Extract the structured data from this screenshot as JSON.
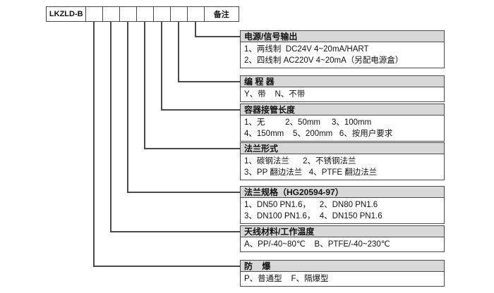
{
  "title_row": {
    "prefix": "LKZLD-B",
    "remark": "备注"
  },
  "sections": [
    {
      "title": "电源/信号输出",
      "line1": "1、两线制  DC24V 4~20mA/HART",
      "line2": "2、四线制 AC220V 4~20mA（另配电源盒）"
    },
    {
      "title": "编 程 器",
      "line1": "Y、带    N、不带"
    },
    {
      "title": "容器接管长度",
      "line1": "1、无         2、50mm     3、100mm",
      "line2": "4、150mm    5、200mm   6、按用户要求"
    },
    {
      "title": "法兰形式",
      "line1": "1、碳钢法兰      2、不锈钢法兰",
      "line2": "3、PP 翻边法兰   4、PTFE 翻边法兰"
    },
    {
      "title": "法兰规格（HG20594-97）",
      "line1": "1、DN50 PN1.6，    2、DN80 PN1.6",
      "line2": "3、DN100 PN1.6，  4、DN150 PN1.6"
    },
    {
      "title": "天线材料/工作温度",
      "line1": "A、PP/-40~80℃    B、PTFE/-40~230℃"
    },
    {
      "title": "防    爆",
      "line1": "P、普通型    F、隔爆型"
    }
  ],
  "colors": {
    "border": "#4a4a4a",
    "header_bg": "#d8d8d8",
    "text": "#111111",
    "background": "#ffffff"
  }
}
